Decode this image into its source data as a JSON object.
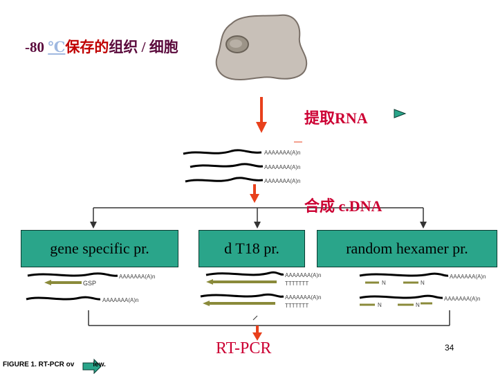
{
  "title": {
    "temp": "-80",
    "deg": "℃",
    "stored": "保存的",
    "rest": "组织 / 细胞"
  },
  "steps": {
    "extract": "提取RNA",
    "synth": "合成 c.DNA"
  },
  "primers": {
    "gene_specific": "gene specific pr.",
    "oligo_dt": "d T18 pr.",
    "random": "random hexamer pr."
  },
  "strand_labels": {
    "polyA": "AAAAAAA(A)n",
    "gsp": "GSP",
    "tttt": "TTTTTTT",
    "n": "N"
  },
  "result": "RT-PCR",
  "page_number": "34",
  "caption": "FIGURE 1. RT-PCR ov",
  "caption_end": "iew.",
  "colors": {
    "arrow_red": "#e8401c",
    "box_green": "#2aa58a",
    "primer_olive": "#8a8a3a"
  }
}
